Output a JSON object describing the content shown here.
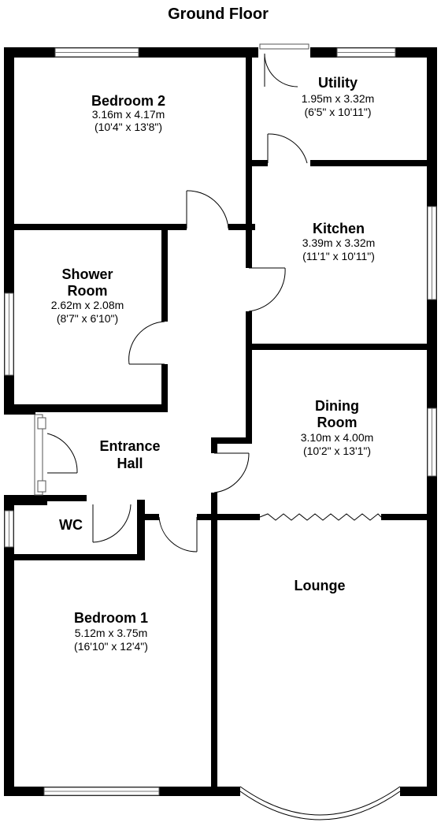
{
  "plan": {
    "title": "Ground Floor",
    "rooms": {
      "bedroom2": {
        "name": [
          "Bedroom 2"
        ],
        "dims": [
          "3.16m x 4.17m",
          "(10'4\" x 13'8\")"
        ]
      },
      "utility": {
        "name": [
          "Utility"
        ],
        "dims": [
          "1.95m x 3.32m",
          "(6'5\" x 10'11\")"
        ]
      },
      "kitchen": {
        "name": [
          "Kitchen"
        ],
        "dims": [
          "3.39m x 3.32m",
          "(11'1\" x 10'11\")"
        ]
      },
      "shower": {
        "name": [
          "Shower",
          "Room"
        ],
        "dims": [
          "2.62m x 2.08m",
          "(8'7\" x 6'10\")"
        ]
      },
      "dining": {
        "name": [
          "Dining",
          "Room"
        ],
        "dims": [
          "3.10m x 4.00m",
          "(10'2\" x 13'1\")"
        ]
      },
      "hall": {
        "name": [
          "Entrance",
          "Hall"
        ],
        "dims": []
      },
      "wc": {
        "name": [
          "WC"
        ],
        "dims": []
      },
      "lounge": {
        "name": [
          "Lounge"
        ],
        "dims": []
      },
      "bedroom1": {
        "name": [
          "Bedroom 1"
        ],
        "dims": [
          "5.12m x 3.75m",
          "(16'10\" x 12'4\")"
        ]
      }
    }
  }
}
